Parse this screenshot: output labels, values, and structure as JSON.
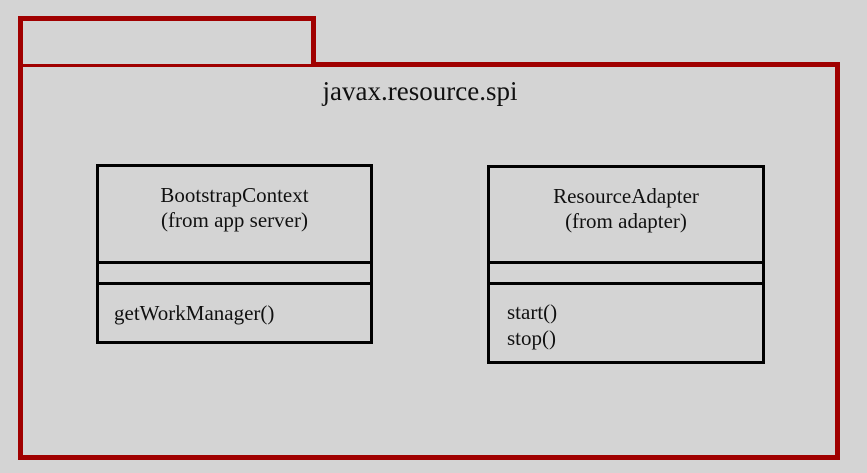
{
  "diagram": {
    "kind": "uml-class-diagram",
    "background_color": "#d4d4d4",
    "package_border_color": "#a00000",
    "class_border_color": "#000000",
    "text_color": "#101010"
  },
  "package": {
    "name": "javax.resource.spi",
    "tab_label": ""
  },
  "classes": [
    {
      "id": "bootstrapcontext",
      "name": "BootstrapContext",
      "stereotype": "(from app server)",
      "attributes": [],
      "operations": [
        "getWorkManager()"
      ]
    },
    {
      "id": "resourceadapter",
      "name": "ResourceAdapter",
      "stereotype": "(from adapter)",
      "attributes": [],
      "operations": [
        "start()",
        "stop()"
      ]
    }
  ]
}
